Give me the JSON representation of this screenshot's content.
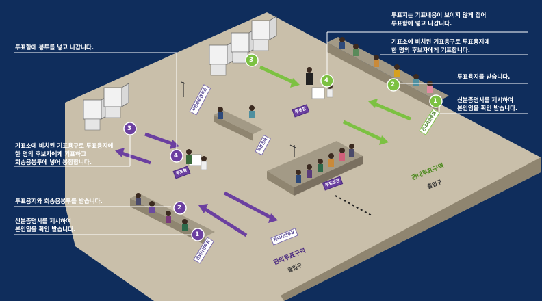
{
  "colors": {
    "background": "#0f2d5c",
    "floor": "#c9bfaa",
    "green": "#7cc142",
    "purple": "#6b3fa0",
    "white": "#ffffff"
  },
  "left_section": {
    "steps": [
      {
        "num": "1",
        "text": "신분증명서를 제시하여\n본인임을 확인 받습니다."
      },
      {
        "num": "2",
        "text": "투표용지와 회송용봉투를 받습니다."
      },
      {
        "num": "3",
        "text": "기표소에 비치된 기표용구로 투표용지에\n한 명의 후보자에게 기표하고\n회송용봉투에 넣어 봉함합니다."
      },
      {
        "num": "4",
        "text": "투표함에 봉투를 넣고 나갑니다."
      }
    ],
    "entrance_label": "관외투표구역",
    "exit_label": "출입구",
    "ballot_box_label": "투표함",
    "desk_sign": "관외사전투표"
  },
  "right_section": {
    "steps": [
      {
        "num": "1",
        "text": "신분증명서를 제시하여\n본인임을 확인 받습니다."
      },
      {
        "num": "2",
        "text": "투표용지를 받습니다."
      },
      {
        "num": "3",
        "text": "기표소에 비치된 기표용구로 투표용지에\n한 명의 후보자에게 기표합니다."
      },
      {
        "num": "4",
        "text": "투표지는 기표내용이 보이지 않게 접어\n투표함에 넣고 나갑니다."
      }
    ],
    "entrance_label": "관내투표구역",
    "exit_label": "출입구",
    "ballot_box_label": "투표함",
    "desk_sign": "관내사전투표"
  },
  "center": {
    "observers_sign": "투표참관",
    "sign_a": "사전투표관리관",
    "sign_b": "투표안내"
  }
}
